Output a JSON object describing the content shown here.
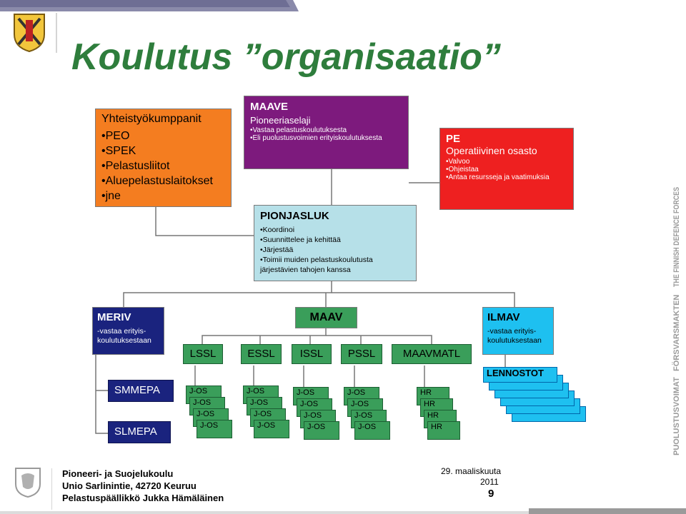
{
  "title": "Koulutus ”organisaatio”",
  "colors": {
    "title": "#2e7d3c",
    "orange": "#f47d20",
    "purple": "#7d1a7d",
    "red": "#ee2020",
    "lightblue": "#b6e0e8",
    "navy": "#1a237e",
    "cyan": "#1ec0f0",
    "green": "#3a9e5a"
  },
  "icons": {
    "header_logo": "engineer-crest-icon",
    "footer_logo": "defence-forces-lion-icon"
  },
  "yhteistyo": {
    "title": "Yhteistyökumppanit",
    "items": [
      "•PEO",
      "•SPEK",
      "•Pelastusliitot",
      "•Aluepelastuslaitokset",
      "•jne"
    ]
  },
  "maave": {
    "title": "MAAVE",
    "subtitle": "Pioneeriaselaji",
    "items": [
      "•Vastaa pelastuskoulutuksesta",
      "•Eli puolustusvoimien erityiskoulutuksesta"
    ]
  },
  "pe": {
    "title": "PE",
    "subtitle": "Operatiivinen osasto",
    "items": [
      "•Valvoo",
      "•Ohjeistaa",
      "•Antaa resursseja ja vaatimuksia"
    ]
  },
  "pionjasluk": {
    "title": "PIONJASLUK",
    "items": [
      "•Koordinoi",
      "•Suunnittelee ja kehittää",
      "•Järjestää",
      "•Toimii muiden pelastuskoulutusta",
      "järjestävien tahojen kanssa"
    ]
  },
  "meriv": {
    "title": "MERIV",
    "desc1": "-vastaa erityis-",
    "desc2": "koulutuksestaan"
  },
  "maav": {
    "title": "MAAV"
  },
  "ilmav": {
    "title": "ILMAV",
    "desc1": "-vastaa erityis-",
    "desc2": "koulutuksestaan"
  },
  "units": [
    "LSSL",
    "ESSL",
    "ISSL",
    "PSSL",
    "MAAVMATL"
  ],
  "navy_units": [
    "SMMEPA",
    "SLMEPA"
  ],
  "lennostot": {
    "label": "LENNOSTOT"
  },
  "stack_labels": {
    "jos": "J-OS",
    "hr": "HR"
  },
  "watermark": {
    "fi": "PUOLUSTUSVOIMAT",
    "sv": "FÖRSVARSMAKTEN",
    "en": "THE FINNISH DEFENCE FORCES"
  },
  "footer": {
    "line1": "Pioneeri- ja Suojelukoulu",
    "line2": "Unio Sarlinintie, 42720 Keuruu",
    "line3": "Pelastuspäällikkö Jukka Hämäläinen",
    "date": "29. maaliskuuta",
    "year": "2011",
    "page": "9"
  }
}
